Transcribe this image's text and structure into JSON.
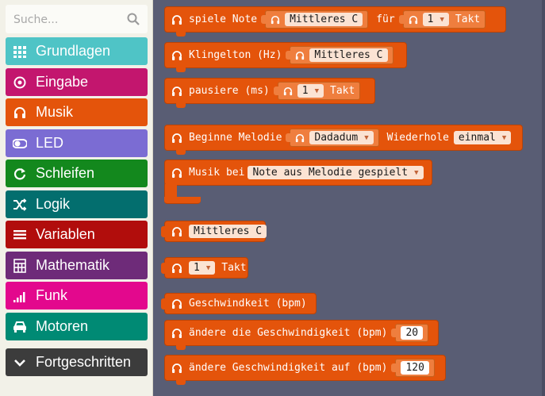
{
  "search": {
    "placeholder": "Suche..."
  },
  "categories": [
    {
      "label": "Grundlagen",
      "color": "#4fc4c6",
      "icon": "grid-icon"
    },
    {
      "label": "Eingabe",
      "color": "#c3166e",
      "icon": "target-icon"
    },
    {
      "label": "Musik",
      "color": "#e4540b",
      "icon": "headphones-icon"
    },
    {
      "label": "LED",
      "color": "#7b6cd3",
      "icon": "toggle-icon"
    },
    {
      "label": "Schleifen",
      "color": "#13881d",
      "icon": "refresh-icon"
    },
    {
      "label": "Logik",
      "color": "#036e6e",
      "icon": "shuffle-icon"
    },
    {
      "label": "Variablen",
      "color": "#b10d0c",
      "icon": "list-icon"
    },
    {
      "label": "Mathematik",
      "color": "#6e2b79",
      "icon": "calculator-icon"
    },
    {
      "label": "Funk",
      "color": "#e3088d",
      "icon": "signal-icon"
    },
    {
      "label": "Motoren",
      "color": "#008a74",
      "icon": "car-icon"
    },
    {
      "label": "Fortgeschritten",
      "color": "#3c3c3c",
      "icon": "chevron-down-icon"
    }
  ],
  "blocks": {
    "play_note": {
      "label": "spiele Note",
      "note": "Mittleres C",
      "for": "für",
      "beats": "1",
      "beat_unit": "Takt"
    },
    "ring_tone": {
      "label": "Klingelton (Hz)",
      "note": "Mittleres C"
    },
    "rest": {
      "label": "pausiere (ms)",
      "beats": "1",
      "beat_unit": "Takt"
    },
    "start_melody": {
      "label": "Beginne Melodie",
      "melody": "Dadadum",
      "repeat_label": "Wiederhole",
      "repeat": "einmal"
    },
    "music_on": {
      "label": "Musik bei",
      "event": "Note aus Melodie gespielt"
    },
    "note_reporter": {
      "note": "Mittleres C"
    },
    "beat_reporter": {
      "beats": "1",
      "beat_unit": "Takt"
    },
    "tempo": {
      "label": "Geschwindkeit (bpm)"
    },
    "change_tempo": {
      "label": "ändere die Geschwindigkeit (bpm)",
      "value": "20"
    },
    "set_tempo": {
      "label": "ändere Geschwindigkeit auf (bpm)",
      "value": "120"
    }
  }
}
